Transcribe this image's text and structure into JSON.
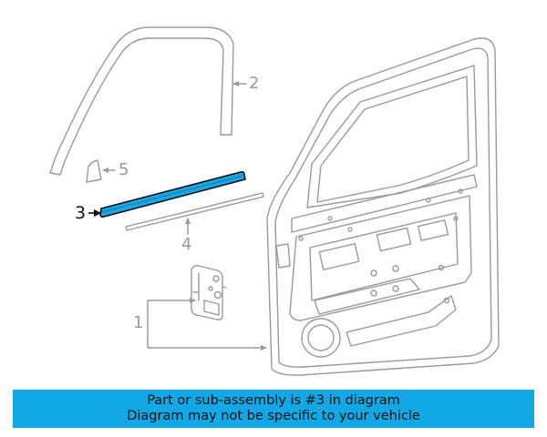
{
  "callouts": [
    {
      "label": "1",
      "part": "door-hinge"
    },
    {
      "label": "2",
      "part": "run-channel"
    },
    {
      "label": "3",
      "part": "belt-weatherstrip",
      "highlighted": true
    },
    {
      "label": "4",
      "part": "belt-molding"
    },
    {
      "label": "5",
      "part": "corner-trim"
    }
  ],
  "colors": {
    "outline": "#9a9a9a",
    "highlight_fill": "#1aa6e3",
    "banner_bg": "#12a7e5"
  },
  "banner": {
    "line1": "Part or sub-assembly is #3 in diagram",
    "line2": "Diagram may not be specific to your vehicle"
  }
}
